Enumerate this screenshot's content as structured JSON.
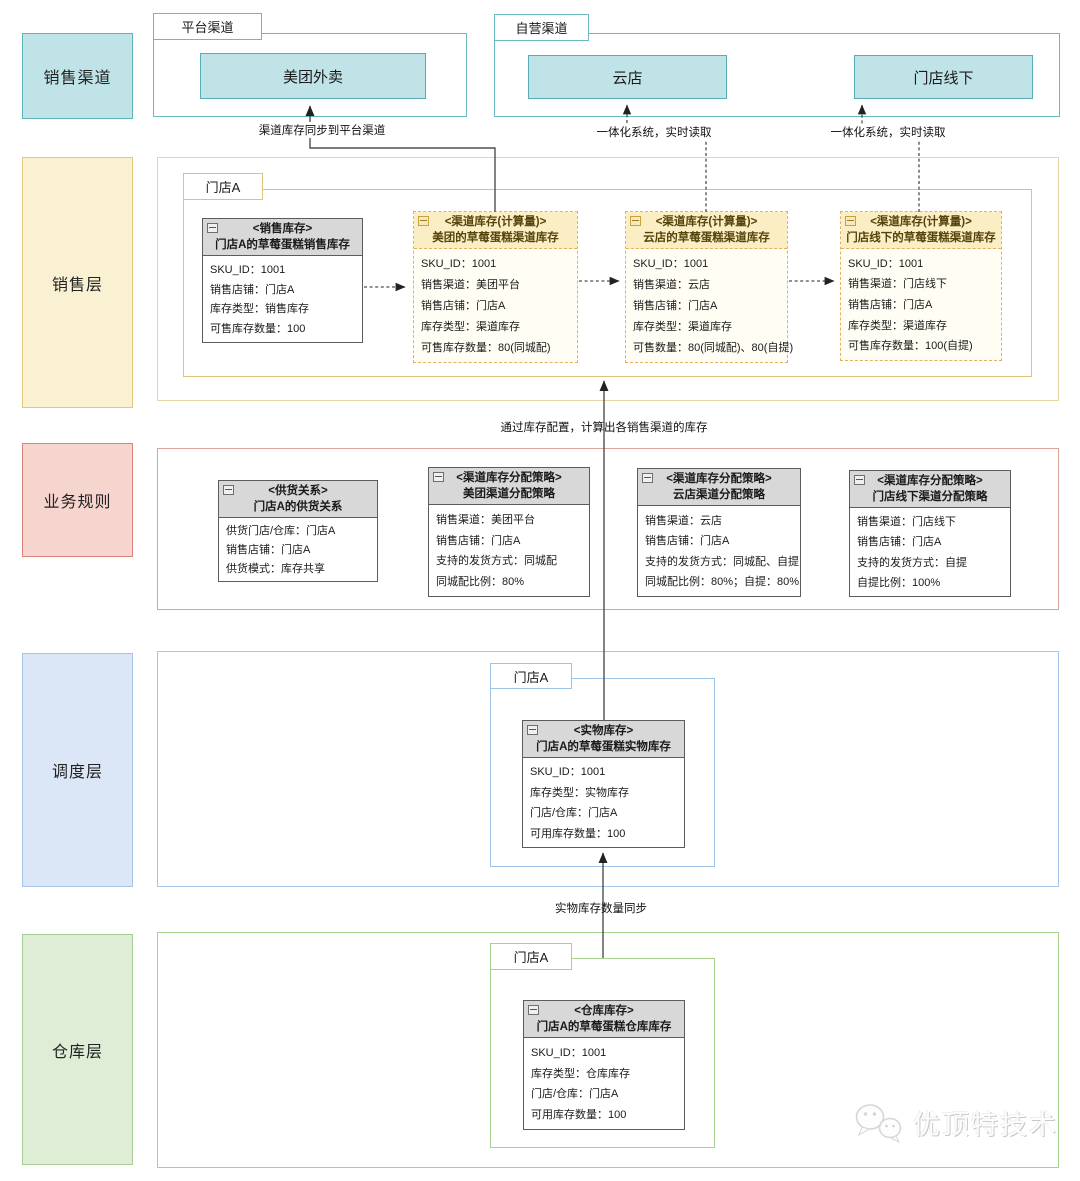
{
  "channel_row": {
    "label": "销售渠道",
    "platform_group": {
      "tab": "平台渠道",
      "channel": "美团外卖"
    },
    "self_group": {
      "tab": "自营渠道",
      "channel_yun": "云店",
      "channel_offline": "门店线下"
    }
  },
  "edge_labels": {
    "meituan_sync": "渠道库存同步到平台渠道",
    "yun_sync": "一体化系统，实时读取",
    "offline_sync": "一体化系统，实时读取",
    "compute": "通过库存配置，计算出各销售渠道的库存",
    "physical_sync": "实物库存数量同步"
  },
  "sales_layer": {
    "label": "销售层",
    "group_tab": "门店A",
    "cards": [
      {
        "title": "<销售库存>",
        "subtitle": "门店A的草莓蛋糕销售库存",
        "rows": [
          "SKU_ID：1001",
          "销售店铺：门店A",
          "库存类型：销售库存",
          "可售库存数量：100"
        ]
      },
      {
        "title": "<渠道库存(计算量)>",
        "subtitle": "美团的草莓蛋糕渠道库存",
        "rows": [
          "SKU_ID：1001",
          "销售渠道：美团平台",
          "销售店铺：门店A",
          "库存类型：渠道库存",
          "可售库存数量：80(同城配)"
        ]
      },
      {
        "title": "<渠道库存(计算量)>",
        "subtitle": "云店的草莓蛋糕渠道库存",
        "rows": [
          "SKU_ID：1001",
          "销售渠道：云店",
          "销售店铺：门店A",
          "库存类型：渠道库存",
          "可售数量：80(同城配)、80(自提)"
        ]
      },
      {
        "title": "<渠道库存(计算量)>",
        "subtitle": "门店线下的草莓蛋糕渠道库存",
        "rows": [
          "SKU_ID：1001",
          "销售渠道：门店线下",
          "销售店铺：门店A",
          "库存类型：渠道库存",
          "可售库存数量：100(自提)"
        ]
      }
    ]
  },
  "rules_layer": {
    "label": "业务规则",
    "cards": [
      {
        "title": "<供货关系>",
        "subtitle": "门店A的供货关系",
        "rows": [
          "供货门店/仓库：门店A",
          "销售店铺：门店A",
          "供货模式：库存共享"
        ]
      },
      {
        "title": "<渠道库存分配策略>",
        "subtitle": "美团渠道分配策略",
        "rows": [
          "销售渠道：美团平台",
          "销售店铺：门店A",
          "支持的发货方式：同城配",
          "同城配比例：80%"
        ]
      },
      {
        "title": "<渠道库存分配策略>",
        "subtitle": "云店渠道分配策略",
        "rows": [
          "销售渠道：云店",
          "销售店铺：门店A",
          "支持的发货方式：同城配、自提",
          "同城配比例：80%；自提：80%"
        ]
      },
      {
        "title": "<渠道库存分配策略>",
        "subtitle": "门店线下渠道分配策略",
        "rows": [
          "销售渠道：门店线下",
          "销售店铺：门店A",
          "支持的发货方式：自提",
          "自提比例：100%"
        ]
      }
    ]
  },
  "dispatch_layer": {
    "label": "调度层",
    "group_tab": "门店A",
    "card": {
      "title": "<实物库存>",
      "subtitle": "门店A的草莓蛋糕实物库存",
      "rows": [
        "SKU_ID：1001",
        "库存类型：实物库存",
        "门店/仓库：门店A",
        "可用库存数量：100"
      ]
    }
  },
  "warehouse_layer": {
    "label": "仓库层",
    "group_tab": "门店A",
    "card": {
      "title": "<仓库库存>",
      "subtitle": "门店A的草莓蛋糕仓库库存",
      "rows": [
        "SKU_ID：1001",
        "库存类型：仓库库存",
        "门店/仓库：门店A",
        "可用库存数量：100"
      ]
    }
  },
  "watermark": {
    "text": "优顶特技术"
  },
  "colors": {
    "teal_fill": "#bfe3e6",
    "teal_border": "#58aeb6",
    "yellow_fill": "#faf0d2",
    "yellow_border": "#e2c77c",
    "card_yellow_border": "#e3b25c",
    "card_yellow_header": "#fbeec4",
    "pink_fill": "#f7d5cf",
    "pink_border": "#d9837a",
    "blue_fill": "#dbe7f7",
    "blue_border": "#a7c2e6",
    "green_fill": "#dfedd7",
    "green_border": "#a6cd96",
    "gray_header": "#d8d8d8",
    "gray_border": "#5c5c5c"
  }
}
